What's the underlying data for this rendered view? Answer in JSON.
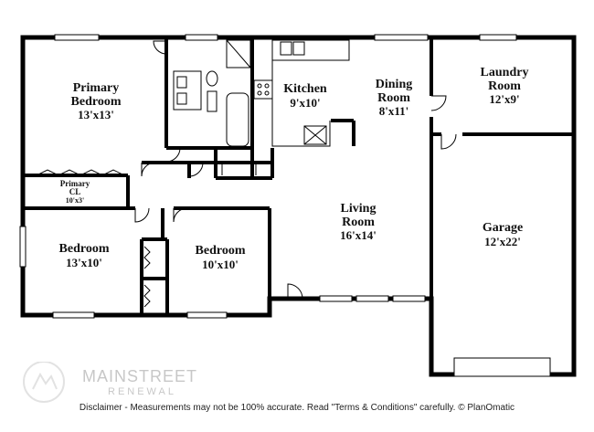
{
  "rooms": {
    "primary_bedroom": {
      "name_line1": "Primary",
      "name_line2": "Bedroom",
      "dims": "13'x13'"
    },
    "kitchen": {
      "name": "Kitchen",
      "dims": "9'x10'"
    },
    "dining": {
      "name_line1": "Dining",
      "name_line2": "Room",
      "dims": "8'x11'"
    },
    "laundry": {
      "name_line1": "Laundry",
      "name_line2": "Room",
      "dims": "12'x9'"
    },
    "primary_closet": {
      "name_line1": "Primary",
      "name_line2": "CL",
      "dims": "10'x3'"
    },
    "bedroom_left": {
      "name": "Bedroom",
      "dims": "13'x10'"
    },
    "bedroom_mid": {
      "name": "Bedroom",
      "dims": "10'x10'"
    },
    "living": {
      "name_line1": "Living",
      "name_line2": "Room",
      "dims": "16'x14'"
    },
    "garage": {
      "name": "Garage",
      "dims": "12'x22'"
    }
  },
  "watermark": {
    "brand": "MAINSTREET",
    "sub": "RENEWAL",
    "icon": "mainstreet-logo-icon"
  },
  "disclaimer": "Disclaimer - Measurements may not be 100% accurate. Read \"Terms & Conditions\" carefully. © PlanOmatic",
  "colors": {
    "wall": "#000000",
    "background": "#ffffff",
    "watermark": "#9a9a9a"
  }
}
